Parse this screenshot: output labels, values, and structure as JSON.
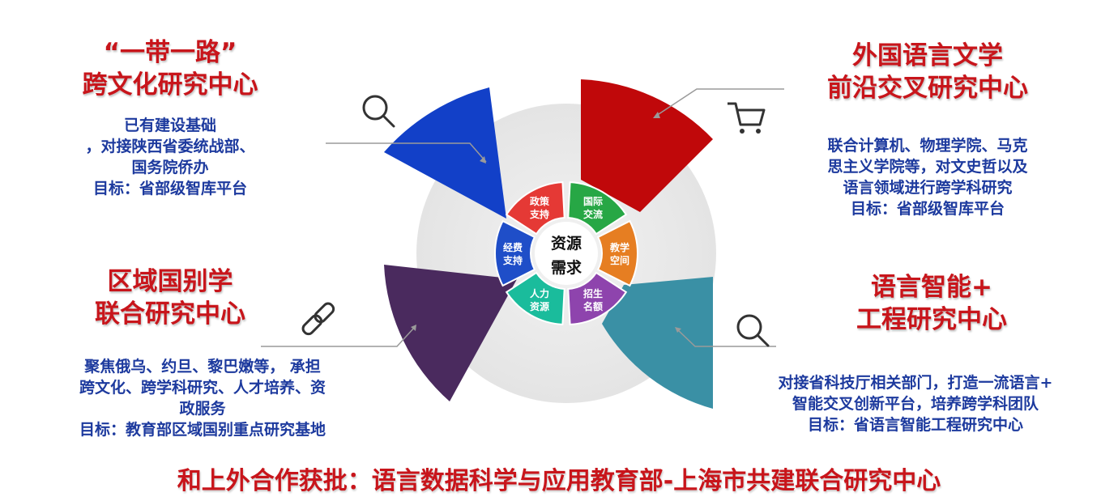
{
  "blocks": {
    "top_left": {
      "title": [
        "“一带一路”",
        "跨文化研究中心"
      ],
      "desc": [
        "已有建设基础",
        "，对接陕西省委统战部、",
        "国务院侨办",
        "目标：省部级智库平台"
      ]
    },
    "top_right": {
      "title": [
        "外国语言文学",
        "前沿交叉研究中心"
      ],
      "desc": [
        "联合计算机、物理学院、马克",
        "思主义学院等，对文史哲以及",
        "语言领域进行跨学科研究",
        "目标：省部级智库平台"
      ]
    },
    "bottom_left": {
      "title": [
        "区域国别学",
        "联合研究中心"
      ],
      "desc": [
        "聚焦俄乌、约旦、黎巴嫩等，  承担",
        "跨文化、跨学科研究、人才培养、资",
        "政服务",
        "目标：教育部区域国别重点研究基地"
      ]
    },
    "bottom_right": {
      "title": [
        "语言智能+",
        "工程研究中心"
      ],
      "desc": [
        "对接省科技厅相关部门，打造一流语言+",
        "智能交叉创新平台，培养跨学科团队",
        "目标：省语言智能工程研究中心"
      ]
    }
  },
  "center": {
    "label": [
      "资源",
      "需求"
    ],
    "wedges": [
      {
        "label": [
          "政策",
          "支持"
        ],
        "color": "#e53935"
      },
      {
        "label": [
          "国际",
          "交流"
        ],
        "color": "#27a745"
      },
      {
        "label": [
          "教学",
          "空间"
        ],
        "color": "#e67e22"
      },
      {
        "label": [
          "招生",
          "名额"
        ],
        "color": "#8e44ad"
      },
      {
        "label": [
          "人力",
          "资源"
        ],
        "color": "#1abc9c"
      },
      {
        "label": [
          "经费",
          "支持"
        ],
        "color": "#1f4ec8"
      }
    ]
  },
  "petals": {
    "blue": "#1240c8",
    "red": "#c0080a",
    "teal": "#3a90a5",
    "purple": "#4a2a5e"
  },
  "icons": [
    "search-icon",
    "cart-icon",
    "link-icon",
    "search-icon"
  ],
  "footer": "和上外合作获批：语言数据科学与应用教育部-上海市共建联合研究中心"
}
